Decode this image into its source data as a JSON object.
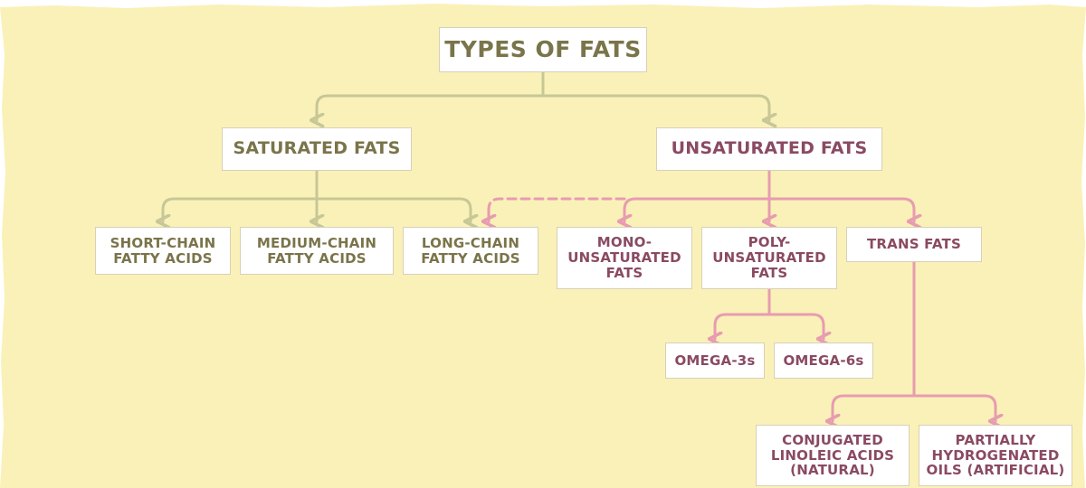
{
  "title": "TYPES OF FATS",
  "categories": {
    "saturated": "SATURATED FATS",
    "unsaturated": "UNSATURATED FATS"
  },
  "saturated_types": {
    "short": "SHORT-CHAIN\nFATTY ACIDS",
    "medium": "MEDIUM-CHAIN\nFATTY ACIDS",
    "long": "LONG-CHAIN\nFATTY ACIDS"
  },
  "unsaturated_types": {
    "mono": "MONO-\nUNSATURATED\nFATS",
    "poly": "POLY-\nUNSATURATED\nFATS",
    "trans": "TRANS FATS"
  },
  "poly_types": {
    "omega3": "OMEGA-3s",
    "omega6": "OMEGA-6s"
  },
  "trans_types": {
    "cla": "CONJUGATED\nLINOLEIC ACIDS\n(NATURAL)",
    "pho": "PARTIALLY\nHYDROGENATED\nOILS (ARTIFICIAL)"
  },
  "colors": {
    "background": "#faf1b8",
    "saturated_line": "#c7c797",
    "unsaturated_line": "#e79cb0",
    "saturated_text": "#7a744a",
    "unsaturated_text": "#8a4a62"
  }
}
